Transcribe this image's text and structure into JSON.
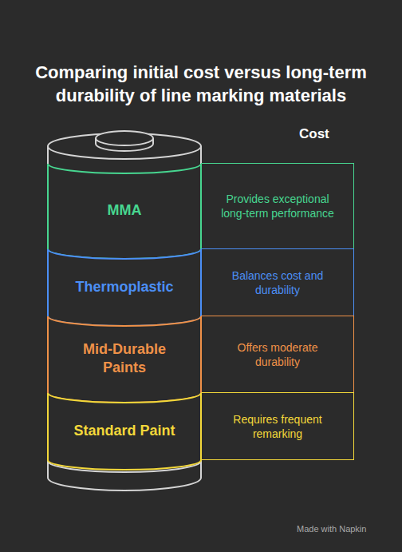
{
  "diagram": {
    "title": "Comparing initial cost versus long-term durability of line marking materials",
    "nodes": [
      {
        "text": [
          "MMA"
        ]
      },
      {
        "text": [
          "Provides exceptional long-term performance"
        ]
      },
      {
        "text": [
          "Thermoplastic"
        ]
      },
      {
        "text": [
          "Balances cost and durability"
        ]
      },
      {
        "text": [
          "Mid-Durable Paints"
        ]
      },
      {
        "text": [
          "Offers moderate durability"
        ]
      },
      {
        "text": [
          "Standard Paint"
        ]
      },
      {
        "text": [
          "Requires frequent remarking"
        ]
      }
    ],
    "labels": [
      "Cost",
      "Made with Napkin"
    ]
  }
}
